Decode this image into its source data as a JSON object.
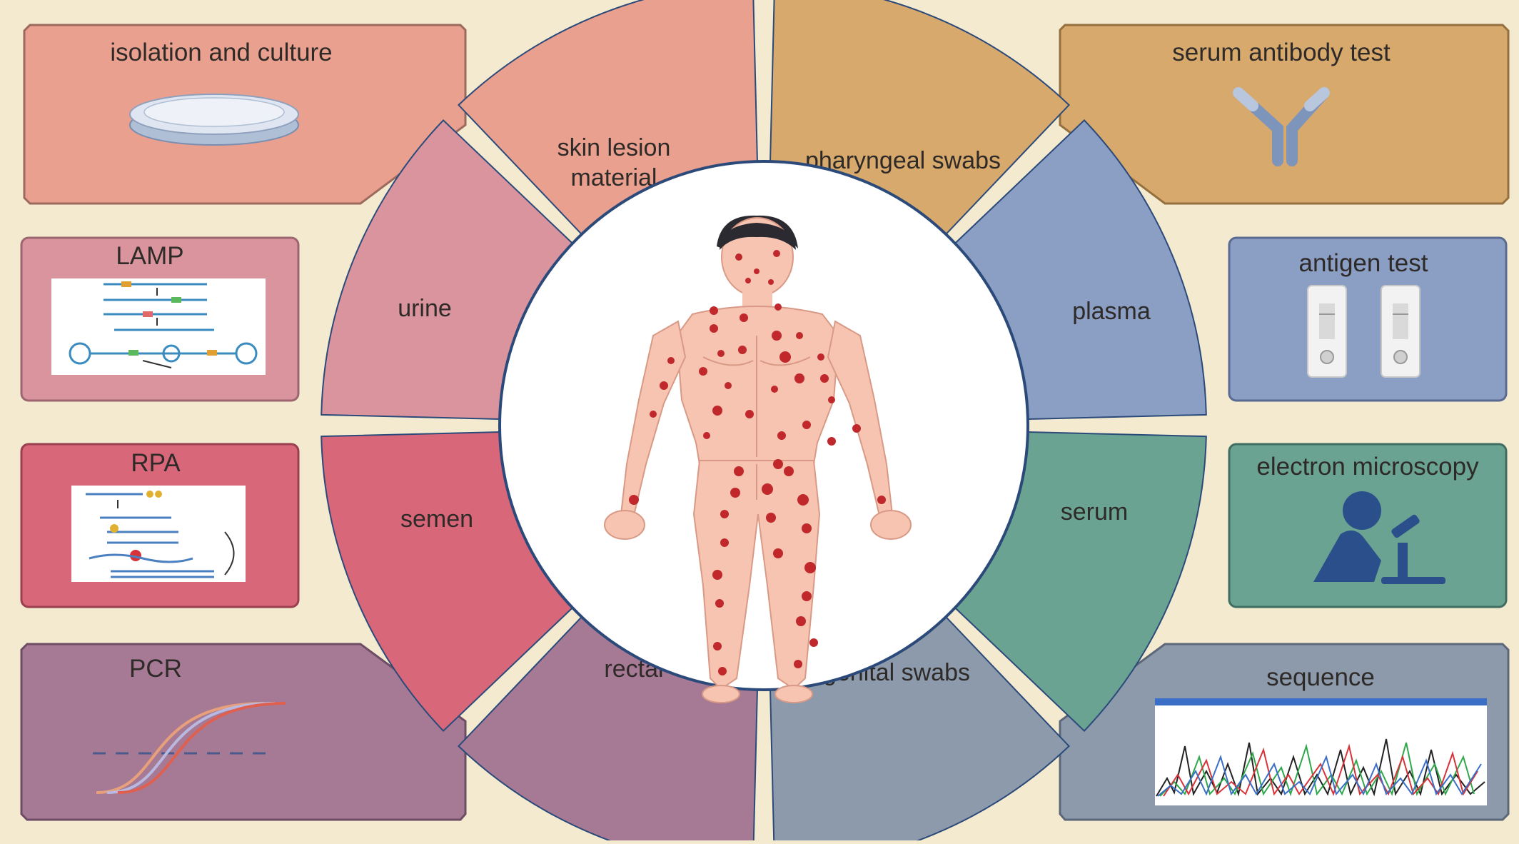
{
  "colors": {
    "background": "#f3ead0",
    "isolation": "#e9a08f",
    "serum_antibody": "#d8a96c",
    "lamp": "#d9949e",
    "antigen": "#8b9ec4",
    "rpa": "#d9677a",
    "electron": "#6aa392",
    "pcr": "#a67a95",
    "sequence": "#8c9aac",
    "skin_dots": "#c0282c"
  },
  "methods": {
    "isolation": "isolation and culture",
    "serum_antibody": "serum antibody test",
    "lamp": "LAMP",
    "antigen": "antigen test",
    "rpa": "RPA",
    "electron": "electron microscopy",
    "pcr": "PCR",
    "sequence": "sequence"
  },
  "samples": {
    "skin_lesion_line1": "skin lesion",
    "skin_lesion_line2": "material",
    "pharyngeal": "pharyngeal swabs",
    "urine": "urine",
    "plasma": "plasma",
    "semen": "semen",
    "serum": "serum",
    "rectal": "rectal",
    "genital": "genital swabs"
  },
  "icons": {
    "isolation": "petri-dish-icon",
    "serum_antibody": "antibody-icon",
    "lamp": "lamp-diagram-image",
    "antigen": "test-cassette-icon",
    "rpa": "rpa-diagram-image",
    "electron": "microscope-user-icon",
    "pcr": "amplification-curve-icon",
    "sequence": "chromatogram-image",
    "center": "human-body-rash-icon"
  }
}
